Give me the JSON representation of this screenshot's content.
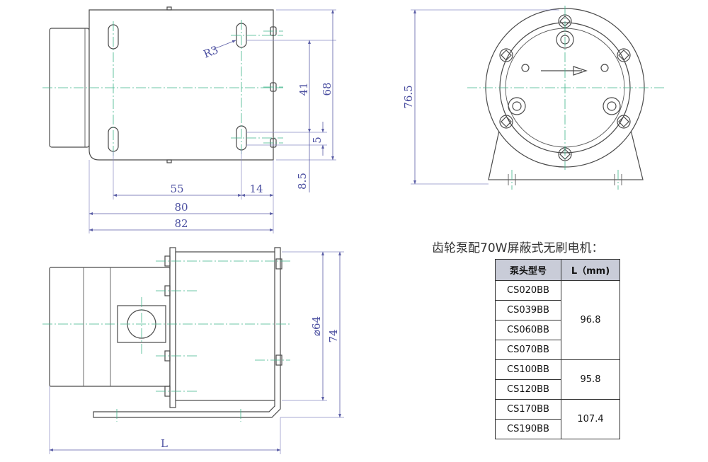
{
  "dimensions": {
    "r3": "R3",
    "d41": "41",
    "d68": "68",
    "d5": "5",
    "d8_5": "8.5",
    "d55": "55",
    "d14": "14",
    "d80": "80",
    "d82": "82",
    "d76_5": "76.5",
    "dia64": "⌀64",
    "d74": "74",
    "dL": "L"
  },
  "table": {
    "title": "齿轮泵配70W屏蔽式无刷电机：",
    "headers": [
      "泵头型号",
      "L（mm)"
    ],
    "groups": [
      {
        "models": [
          "CS020BB",
          "CS039BB",
          "CS060BB",
          "CS070BB"
        ],
        "length": "96.8"
      },
      {
        "models": [
          "CS100BB",
          "CS120BB"
        ],
        "length": "95.8"
      },
      {
        "models": [
          "CS170BB",
          "CS190BB"
        ],
        "length": "107.4"
      }
    ]
  },
  "colors": {
    "outline": "#4a4a4a",
    "centerline": "#3fb58a",
    "dimension": "#5b5ea6",
    "header_fill": "#c9ccd8"
  }
}
